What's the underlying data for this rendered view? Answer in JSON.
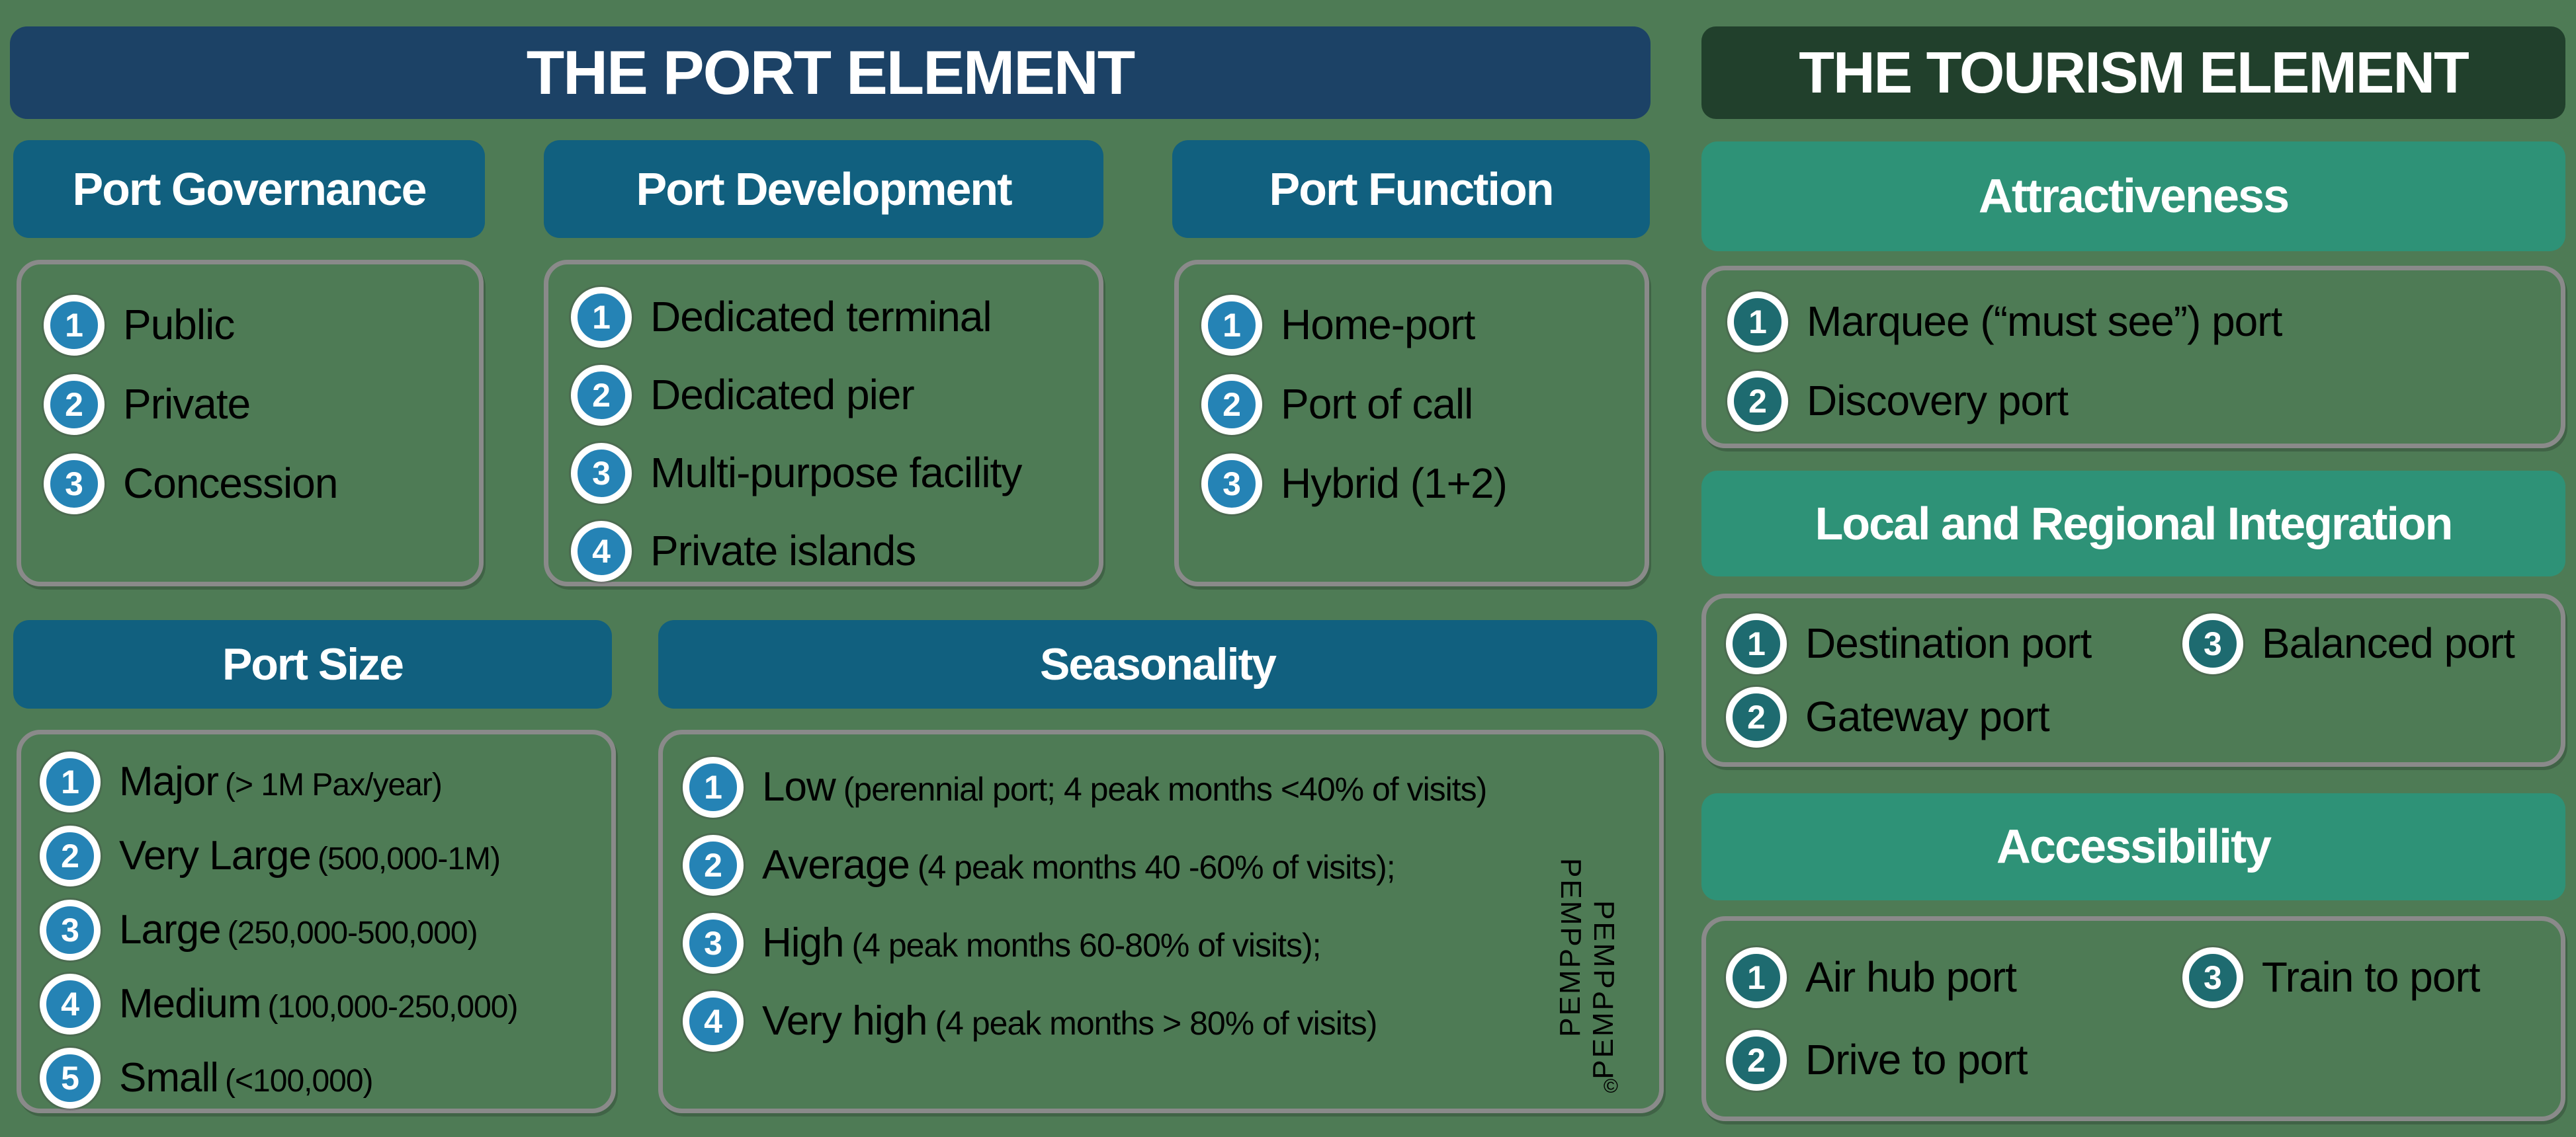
{
  "colors": {
    "background": "#4E7B55",
    "port_header": "#1C4266",
    "port_subheader": "#11607F",
    "port_badge": "#2583B5",
    "tourism_header": "#21402C",
    "tourism_subheader": "#2E9277",
    "tourism_badge": "#1E6B70",
    "box_border": "#8A8A8A"
  },
  "port": {
    "title": "THE PORT ELEMENT",
    "groups_row1": [
      {
        "title": "Port Governance",
        "items": [
          {
            "num": "1",
            "text": "Public"
          },
          {
            "num": "2",
            "text": "Private"
          },
          {
            "num": "3",
            "text": "Concession"
          }
        ]
      },
      {
        "title": "Port Development",
        "items": [
          {
            "num": "1",
            "text": "Dedicated terminal"
          },
          {
            "num": "2",
            "text": "Dedicated pier"
          },
          {
            "num": "3",
            "text": "Multi-purpose facility"
          },
          {
            "num": "4",
            "text": "Private islands"
          }
        ]
      },
      {
        "title": "Port Function",
        "items": [
          {
            "num": "1",
            "text": "Home-port"
          },
          {
            "num": "2",
            "text": "Port of call"
          },
          {
            "num": "3",
            "text": "Hybrid (1+2)"
          }
        ]
      }
    ],
    "groups_row2": [
      {
        "title": "Port Size",
        "items": [
          {
            "num": "1",
            "text": "Major",
            "note": "(> 1M Pax/year)"
          },
          {
            "num": "2",
            "text": "Very Large",
            "note": "(500,000-1M)"
          },
          {
            "num": "3",
            "text": "Large",
            "note": "(250,000-500,000)"
          },
          {
            "num": "4",
            "text": "Medium",
            "note": "(100,000-250,000)"
          },
          {
            "num": "5",
            "text": "Small",
            "note": "(<100,000)"
          }
        ]
      },
      {
        "title": "Seasonality",
        "items": [
          {
            "num": "1",
            "text": "Low",
            "note": "(perennial port; 4 peak months <40% of visits)"
          },
          {
            "num": "2",
            "text": "Average",
            "note": "(4 peak months 40 -60% of visits);"
          },
          {
            "num": "3",
            "text": "High",
            "note": "(4 peak months 60-80% of visits);"
          },
          {
            "num": "4",
            "text": "Very high",
            "note": "(4 peak months > 80% of visits)"
          }
        ]
      }
    ]
  },
  "tourism": {
    "title": "THE TOURISM ELEMENT",
    "sections": [
      {
        "title": "Attractiveness",
        "items": [
          {
            "num": "1",
            "text": "Marquee (“must see”) port"
          },
          {
            "num": "2",
            "text": "Discovery port"
          }
        ]
      },
      {
        "title": "Local and Regional Integration",
        "items": [
          {
            "num": "1",
            "text": "Destination port"
          },
          {
            "num": "2",
            "text": "Gateway port"
          },
          {
            "num": "3",
            "text": "Balanced port"
          }
        ]
      },
      {
        "title": "Accessibility",
        "items": [
          {
            "num": "1",
            "text": "Air hub port"
          },
          {
            "num": "2",
            "text": "Drive to port"
          },
          {
            "num": "3",
            "text": "Train to port"
          }
        ]
      }
    ]
  },
  "watermark": {
    "word": "PEMP",
    "copyright": "©"
  }
}
